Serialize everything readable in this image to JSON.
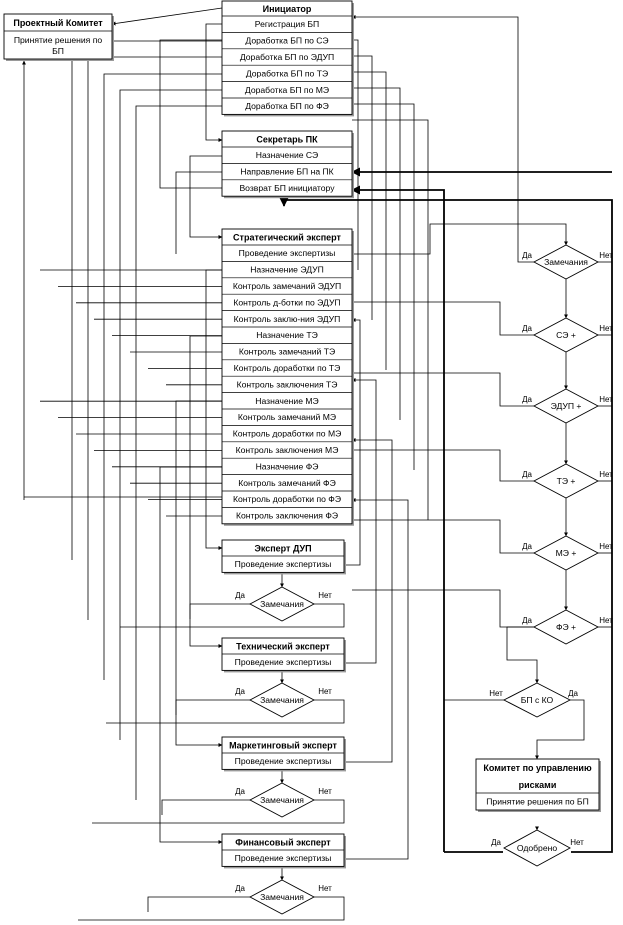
{
  "diagram": {
    "project_committee": {
      "title": "Проектный Комитет",
      "rows": [
        "Принятие решения по",
        "БП"
      ]
    },
    "initiator": {
      "title": "Инициатор",
      "rows": [
        "Регистрация БП",
        "Доработка БП по СЭ",
        "Доработка БП по ЭДУП",
        "Доработка БП по ТЭ",
        "Доработка БП по МЭ",
        "Доработка БП по ФЭ"
      ]
    },
    "secretary": {
      "title": "Секретарь ПК",
      "rows": [
        "Назначение СЭ",
        "Направление БП на ПК",
        "Возврат БП инициатору"
      ]
    },
    "strategic": {
      "title": "Стратегический эксперт",
      "rows": [
        "Проведение экспертизы",
        "Назначение ЭДУП",
        "Контроль замечаний ЭДУП",
        "Контроль д-ботки по ЭДУП",
        "Контроль заклю-ния ЭДУП",
        "Назначение ТЭ",
        "Контроль замечаний ТЭ",
        "Контроль доработки по ТЭ",
        "Контроль заключения ТЭ",
        "Назначение МЭ",
        "Контроль замечаний МЭ",
        "Контроль доработки по МЭ",
        "Контроль заключения МЭ",
        "Назначение ФЭ",
        "Контроль замечаний ФЭ",
        "Контроль доработки по ФЭ",
        "Контроль заключения ФЭ"
      ]
    },
    "dup_expert": {
      "title": "Эксперт ДУП",
      "rows": [
        "Проведение экспертизы"
      ]
    },
    "tech_expert": {
      "title": "Технический эксперт",
      "rows": [
        "Проведение экспертизы"
      ]
    },
    "marketing_expert": {
      "title": "Маркетинговый эксперт",
      "rows": [
        "Проведение экспертизы"
      ]
    },
    "finance_expert": {
      "title": "Финансовый эксперт",
      "rows": [
        "Проведение экспертизы"
      ]
    },
    "risk_committee": {
      "title": [
        "Комитет по управлению",
        "рисками"
      ],
      "rows": [
        "Принятие решения по БП"
      ]
    },
    "decisions": {
      "remarks": "Замечания",
      "se": "СЭ +",
      "edup": "ЭДУП +",
      "te": "ТЭ +",
      "me": "МЭ +",
      "fe": "ФЭ +",
      "ko": "БП с КО",
      "approved": "Одобрено"
    },
    "yes_label": "Да",
    "no_label": "Нет"
  }
}
